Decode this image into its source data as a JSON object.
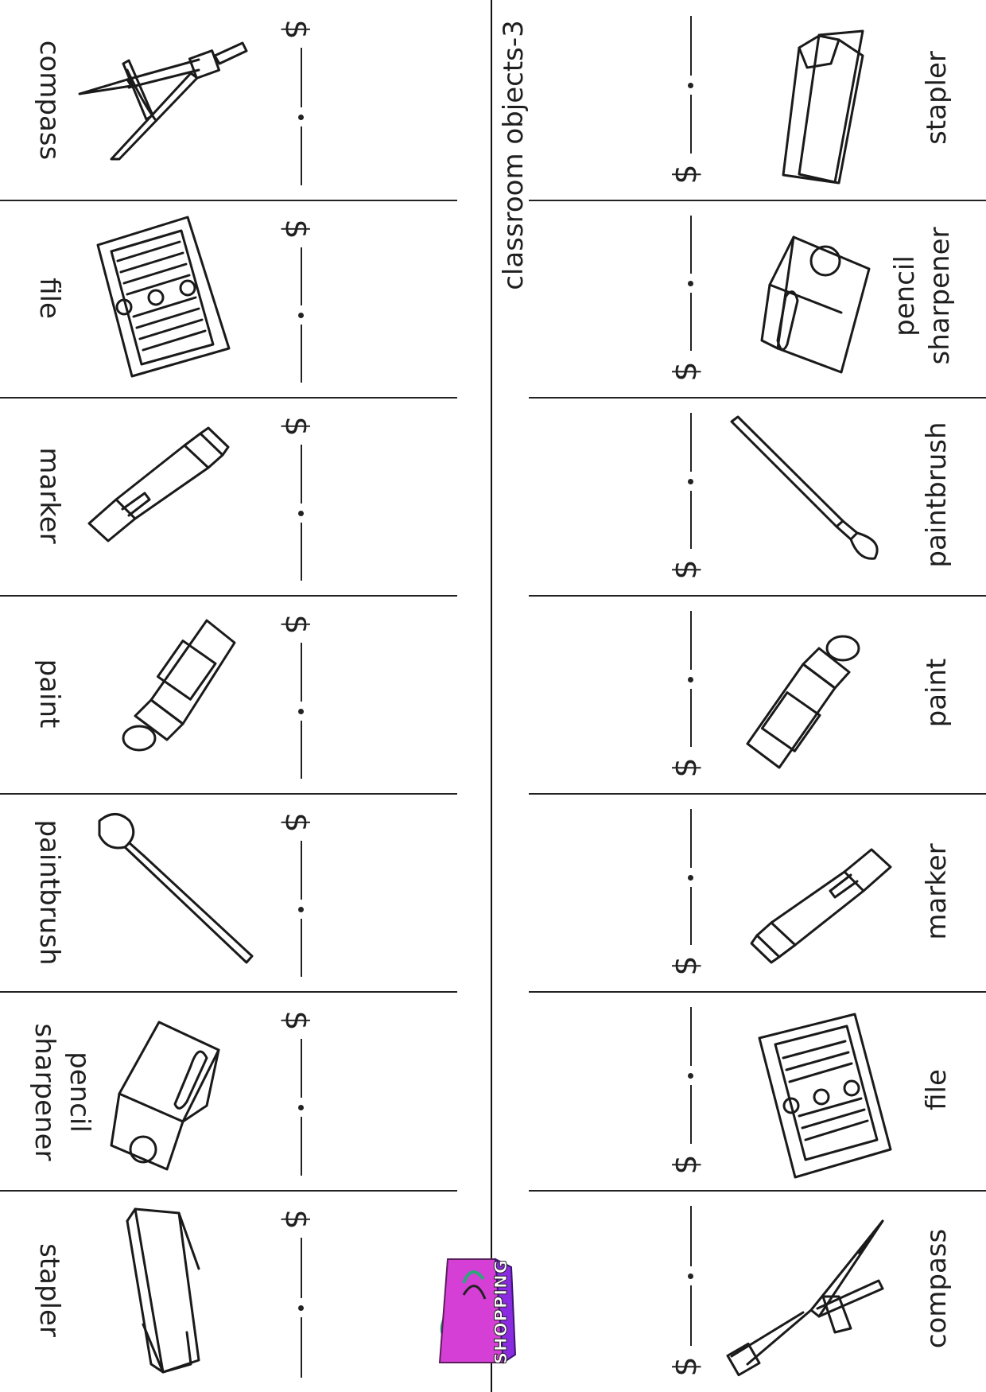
{
  "title": "classroom objects-3",
  "currency_symbol": "$",
  "left_column": [
    {
      "label": "compass",
      "icon": "compass-icon"
    },
    {
      "label": "file",
      "icon": "file-binder-icon"
    },
    {
      "label": "marker",
      "icon": "marker-icon"
    },
    {
      "label": "paint",
      "icon": "paint-tube-icon"
    },
    {
      "label": "paintbrush",
      "icon": "paintbrush-icon"
    },
    {
      "label": "pencil sharpener",
      "icon": "pencil-sharpener-icon"
    },
    {
      "label": "stapler",
      "icon": "stapler-icon"
    }
  ],
  "right_column": [
    {
      "label": "stapler",
      "icon": "stapler-icon"
    },
    {
      "label": "pencil sharpener",
      "icon": "pencil-sharpener-icon"
    },
    {
      "label": "paintbrush",
      "icon": "paintbrush-icon"
    },
    {
      "label": "paint",
      "icon": "paint-tube-icon"
    },
    {
      "label": "marker",
      "icon": "marker-icon"
    },
    {
      "label": "file",
      "icon": "file-binder-icon"
    },
    {
      "label": "compass",
      "icon": "compass-icon"
    }
  ],
  "logo": {
    "text": "SHOPPING",
    "icon": "shopping-bag-icon",
    "colors": [
      "#d63fd6",
      "#8a2be2"
    ]
  }
}
